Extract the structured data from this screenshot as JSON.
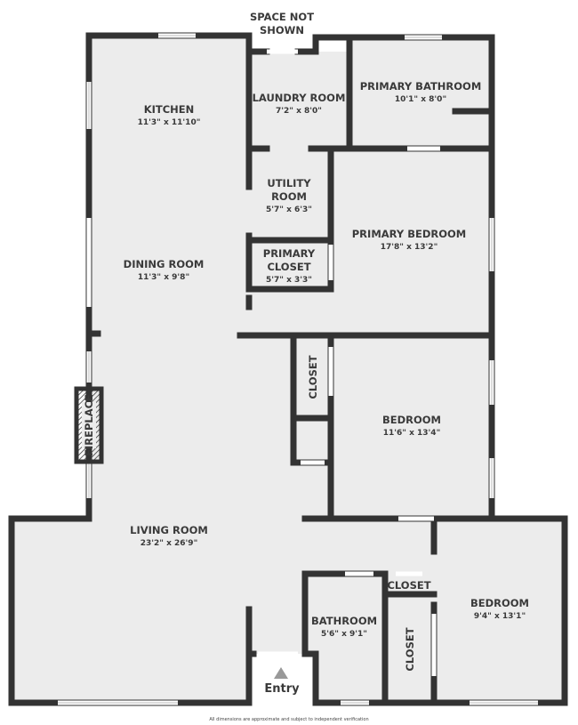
{
  "rooms": {
    "space_not_shown": {
      "name_line1": "SPACE NOT",
      "name_line2": "SHOWN"
    },
    "kitchen": {
      "name": "KITCHEN",
      "dims": "11'3\" x 11'10\""
    },
    "laundry": {
      "name": "LAUNDRY ROOM",
      "dims": "7'2\" x 8'0\""
    },
    "primary_bathroom": {
      "name": "PRIMARY BATHROOM",
      "dims": "10'1\" x 8'0\""
    },
    "utility": {
      "name_line1": "UTILITY",
      "name_line2": "ROOM",
      "dims": "5'7\" x 6'3\""
    },
    "primary_bedroom": {
      "name": "PRIMARY BEDROOM",
      "dims": "17'8\" x 13'2\""
    },
    "dining": {
      "name": "DINING ROOM",
      "dims": "11'3\" x 9'8\""
    },
    "primary_closet": {
      "name_line1": "PRIMARY",
      "name_line2": "CLOSET",
      "dims": "5'7\" x 3'3\""
    },
    "closet_1": {
      "name": "CLOSET"
    },
    "fireplace": {
      "name": "FIREPLACE"
    },
    "bedroom_1": {
      "name": "BEDROOM",
      "dims": "11'6\" x 13'4\""
    },
    "living": {
      "name": "LIVING ROOM",
      "dims": "23'2\" x 26'9\""
    },
    "closet_2": {
      "name": "CLOSET"
    },
    "bathroom": {
      "name": "BATHROOM",
      "dims": "5'6\" x 9'1\""
    },
    "closet_3": {
      "name": "CLOSET"
    },
    "bedroom_2": {
      "name": "BEDROOM",
      "dims": "9'4\" x 13'1\""
    },
    "entry": {
      "name": "Entry"
    }
  },
  "footer_note": "All dimensions are approximate and subject to independent verification",
  "colors": {
    "wall": "#333333",
    "floor": "#ececec",
    "entry_arrow": "#999999"
  }
}
